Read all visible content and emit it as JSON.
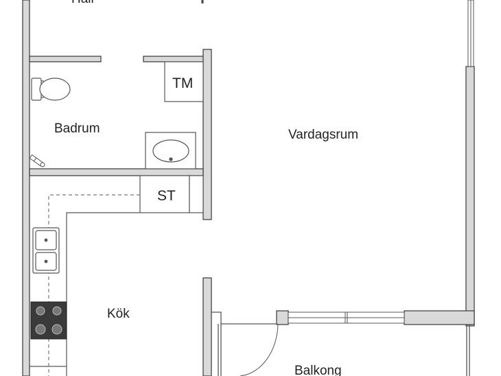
{
  "rooms": {
    "hall": "Hall",
    "badrum": "Badrum",
    "vardagsrum": "Vardagsrum",
    "kok": "Kök",
    "balkong": "Balkong"
  },
  "fixtures": {
    "tm": "TM",
    "st": "ST"
  },
  "colors": {
    "wall": "#444444",
    "wall_fill": "#d9d9d9",
    "line": "#555555",
    "stove": "#3a3a3a"
  }
}
